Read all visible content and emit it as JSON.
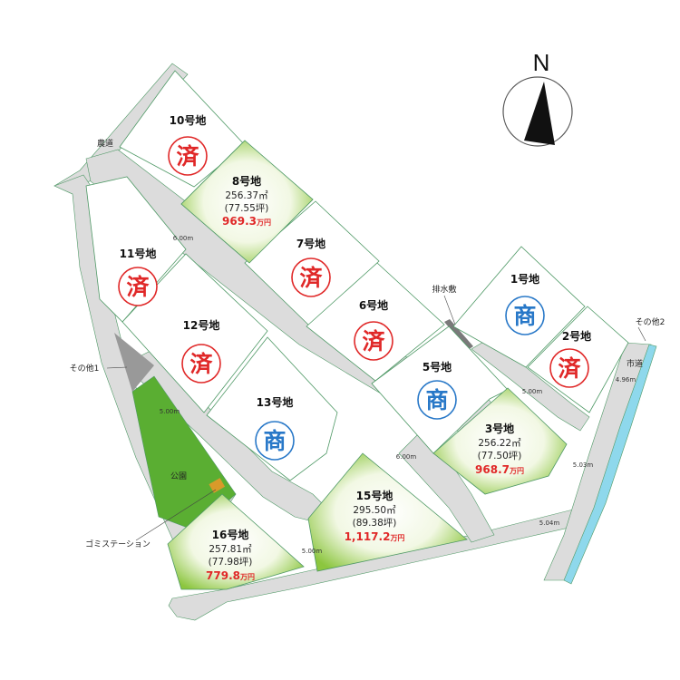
{
  "compass": {
    "north": "N"
  },
  "stamps": {
    "sold": "済",
    "commercial": "商"
  },
  "colors": {
    "road": "#dcdcdc",
    "lot_border": "#4f9966",
    "sold_stamp": "#e02828",
    "commercial_stamp": "#2878c8",
    "park": "#5aae32",
    "canal": "#8ed8ec",
    "lot_green": "#8cc63f"
  },
  "lots": {
    "l1": {
      "name": "1号地",
      "status": "commercial"
    },
    "l2": {
      "name": "2号地",
      "status": "sold"
    },
    "l3": {
      "name": "3号地",
      "status": "available",
      "area_m2": "256.22㎡",
      "area_tsubo": "(77.50坪)",
      "price": "968.7",
      "unit": "万円"
    },
    "l5": {
      "name": "5号地",
      "status": "commercial"
    },
    "l6": {
      "name": "6号地",
      "status": "sold"
    },
    "l7": {
      "name": "7号地",
      "status": "sold"
    },
    "l8": {
      "name": "8号地",
      "status": "available",
      "area_m2": "256.37㎡",
      "area_tsubo": "(77.55坪)",
      "price": "969.3",
      "unit": "万円"
    },
    "l10": {
      "name": "10号地",
      "status": "sold"
    },
    "l11": {
      "name": "11号地",
      "status": "sold"
    },
    "l12": {
      "name": "12号地",
      "status": "sold"
    },
    "l13": {
      "name": "13号地",
      "status": "commercial"
    },
    "l15": {
      "name": "15号地",
      "status": "available",
      "area_m2": "295.50㎡",
      "area_tsubo": "(89.38坪)",
      "price": "1,117.2",
      "unit": "万円"
    },
    "l16": {
      "name": "16号地",
      "status": "available",
      "area_m2": "257.81㎡",
      "area_tsubo": "(77.98坪)",
      "price": "779.8",
      "unit": "万円"
    }
  },
  "labels": {
    "farm_road": "農道",
    "drain": "排水敷",
    "other1": "その他1",
    "other2": "その他2",
    "city_road": "市道",
    "park": "公園",
    "garbage": "ゴミステーション"
  },
  "road_widths": {
    "w1": "6.00m",
    "w2": "5.00m",
    "w3": "6.00m",
    "w4": "5.00m",
    "w5": "5.00m",
    "w6": "4.96m",
    "w7": "5.03m",
    "w8": "5.04m"
  }
}
